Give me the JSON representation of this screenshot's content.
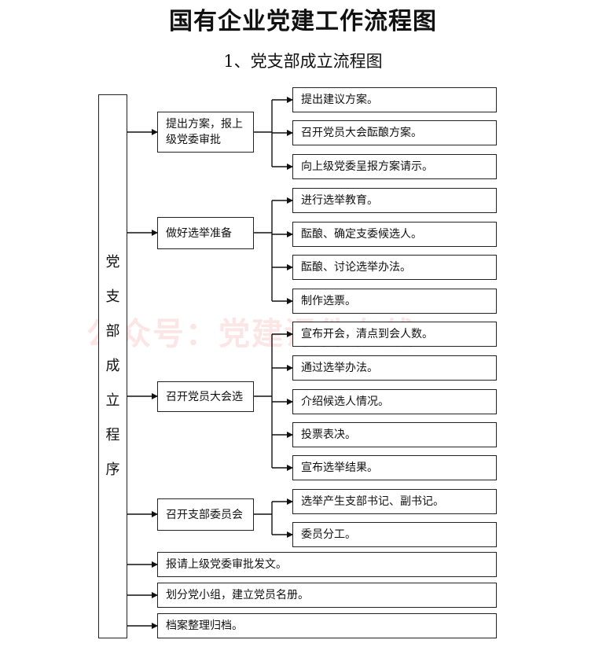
{
  "title": "国有企业党建工作流程图",
  "subtitle": "1、党支部成立流程图",
  "main_label": "党支部成立程序",
  "watermark": "公众号：党建课件在线",
  "steps": [
    {
      "label": "提出方案，报上级党委审批",
      "children": [
        "提出建议方案。",
        "召开党员大会酝酿方案。",
        "向上级党委呈报方案请示。"
      ]
    },
    {
      "label": "做好选举准备",
      "children": [
        "进行选举教育。",
        "酝酿、确定支委候选人。",
        "酝酿、讨论选举办法。",
        "制作选票。"
      ]
    },
    {
      "label": "召开党员大会选",
      "children": [
        "宣布开会，清点到会人数。",
        "通过选举办法。",
        "介绍候选人情况。",
        "投票表决。",
        "宣布选举结果。"
      ]
    },
    {
      "label": "召开支部委员会",
      "children": [
        "选举产生支部书记、副书记。",
        "委员分工。"
      ]
    }
  ],
  "final_steps": [
    "报请上级党委审批发文。",
    "划分党小组，建立党员名册。",
    "档案整理归档。"
  ]
}
